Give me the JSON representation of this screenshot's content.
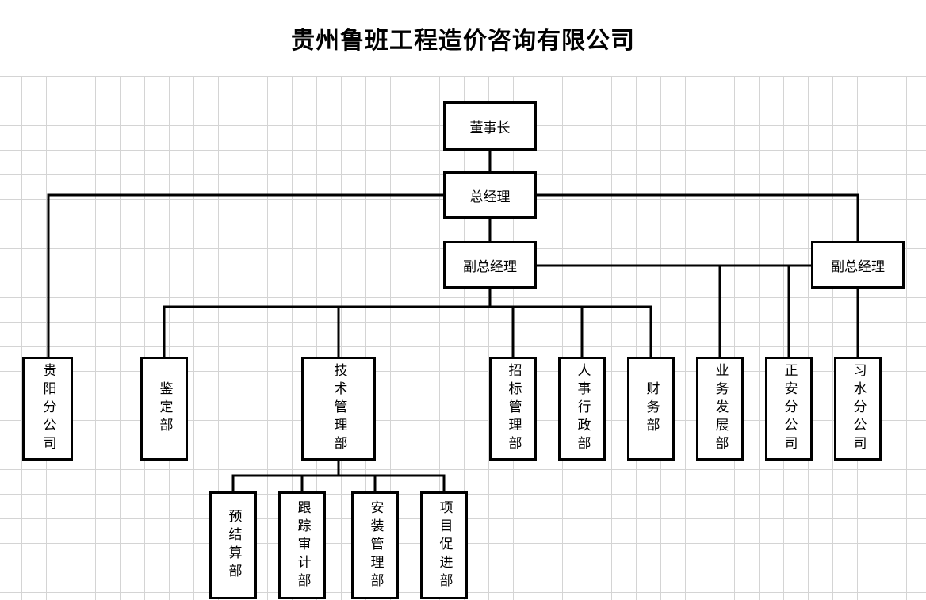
{
  "title": "贵州鲁班工程造价咨询有限公司",
  "nodes": {
    "chairman": "董事长",
    "gm": "总经理",
    "vgm_left": "副总经理",
    "vgm_right": "副总经理",
    "guiyang": "贵阳分公司",
    "jianding": "鉴定部",
    "jishu": "技术管理部",
    "zhaobiao": "招标管理部",
    "renshi": "人事行政部",
    "caiwu": "财务部",
    "yewu": "业务发展部",
    "zhengan": "正安分公司",
    "xishui": "习水分公司",
    "yujiesuan": "预结算部",
    "genzong": "跟踪审计部",
    "anzhuang": "安装管理部",
    "xiangmu": "项目促进部"
  }
}
